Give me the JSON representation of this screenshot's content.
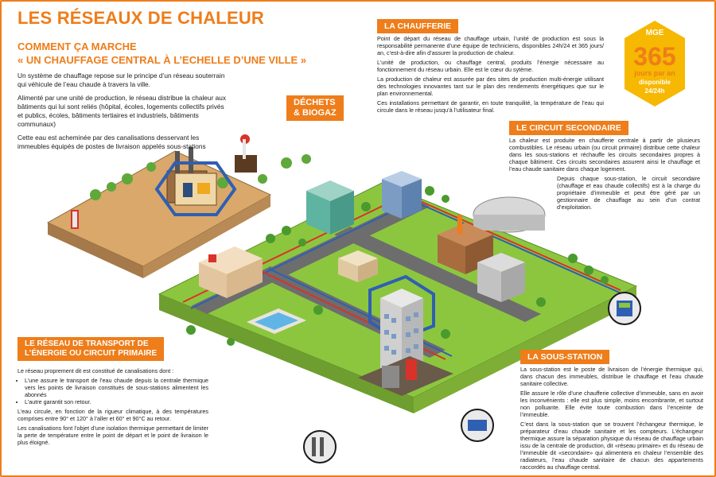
{
  "title": "LES RÉSEAUX DE CHALEUR",
  "subtitle_line1": "COMMENT ÇA MARCHE",
  "subtitle_line2": "« UN CHAUFFAGE CENTRAL À L’ECHELLE D’UNE VILLE »",
  "intro": {
    "p1": "Un système de chauffage repose sur le principe d’un réseau souterrain qui véhicule de l’eau chaude à travers la ville.",
    "p2": "Alimenté par une unité de production, le réseau distribue la chaleur aux bâtiments qui lui sont reliés (hôpital, écoles, logements collectifs privés et publics, écoles, bâtiments tertiaires et industriels, bâtiments communaux)",
    "p3": "Cette eau est acheminée par des canalisations desservant les immeubles équipés de postes de livraison appelés sous-stations"
  },
  "dechets_tag": {
    "line1": "DÉCHETS",
    "line2": "& BIOGAZ"
  },
  "chaufferie": {
    "heading": "LA CHAUFFERIE",
    "p1": "Point de départ du réseau de chauffage urbain, l’unité de production est sous la responsabilité permanente d’une équipe de techniciens, disponibles 24h/24 et 365 jours/ an, c’est-à-dire afin d’assurer la production de chaleur.",
    "p2": "L’unité de production, ou chauffage central, produits l’énergie nécessaire au fonctionnement du réseau urbain. Elle est le cœur du sytème.",
    "p3": "La production de chaleur est assurée par des sites de production multi-énergie utilisant des technologies innovantes tant sur le plan des rendements énergétiques que sur le plan environnemental.",
    "p4": "Ces installations permettant de garantir, en toute tranquilité, la température de l’eau qui circule dans le réseau jusqu’à l’utilisateur final."
  },
  "badge": {
    "brand": "MGE",
    "number": "365",
    "line1": "jours par an",
    "line2": "disponible",
    "line3": "24/24h"
  },
  "secondaire": {
    "heading": "LE CIRCUIT SECONDAIRE",
    "p1": "La chaleur est produite en chaufferie centrale à partir de plusieurs combustibles. Le réseau urbain (ou circuit primaire) distribue cette chaleur dans les sous-stations et réchauffe les circuits secondaires propres à chaque bâtiment. Ces circuits secondaires assurent ainsi le chauffage et l’eau chaude sanitaire dans chaque logement.",
    "p2": "Depuis chaque sous-station, le circuit secondaire (chauffage et eau chaude collectifs) est à la charge du propriétaire d’immeuble et peut être géré par un gestionnaire de chauffage au sein d’un contrat d’exploitation."
  },
  "primaire": {
    "heading_line1": "LE RÉSEAU DE TRANSPORT DE",
    "heading_line2": "L’ÉNERGIE OU CIRCUIT PRIMAIRE",
    "intro": "Le réseau proprement dit est constitué de canalisations dont :",
    "b1": "L’une assure le transport de l’eau chaude depuis la centrale thermique vers les points de livraison constitués de sous-stations alimentent les abonnés",
    "b2": "L’autre garantit son retour.",
    "p2": "L’eau circule, en fonction de la rigueur climatique, à des températures comprises entre 90° et 120° à l’aller et 60° et 90°C au retour.",
    "p3": "Les canalisations font l’objet d’une isolation thermique permettant de limiter la perte de température entre le point de départ et le point de livraison le plus éloigné."
  },
  "sousstation": {
    "heading": "LA SOUS-STATION",
    "p1": "La sous-station est le poste de livraison de l’énergie thermique qui, dans chacun des immeubles, distribue le chauffage et l’eau chaude sanitaire collective.",
    "p2": "Elle assure le rôle d’une chaufferie collective d’immeuble, sans en avoir les inconvénients : elle est plus simple, moins encombrante, et surtout non polluante. Elle évite toute combustion dans l’enceinte de l’immeuble.",
    "p3": "C’est dans la sous-station que se trouvent l’échangeur thermique, le préparateur d’eau chaude sanitaire et les compteurs. L’échangeur thermique assure la séparation physique du réseau de chauffage urbain issu de la centrale de production, dit «réseau primaire» et du réseau de l’immeuble dit «secondaire» qui alimentera en chaleur l’ensemble des radiateurs, l’eau chaude sanitaire de chacun des appartements raccordés au chauffage central."
  },
  "colors": {
    "accent": "#ee7d1a",
    "pipe_hot": "#d9322a",
    "pipe_return": "#2f5fb3",
    "grass": "#8cc63f",
    "road": "#6d6d6d"
  }
}
